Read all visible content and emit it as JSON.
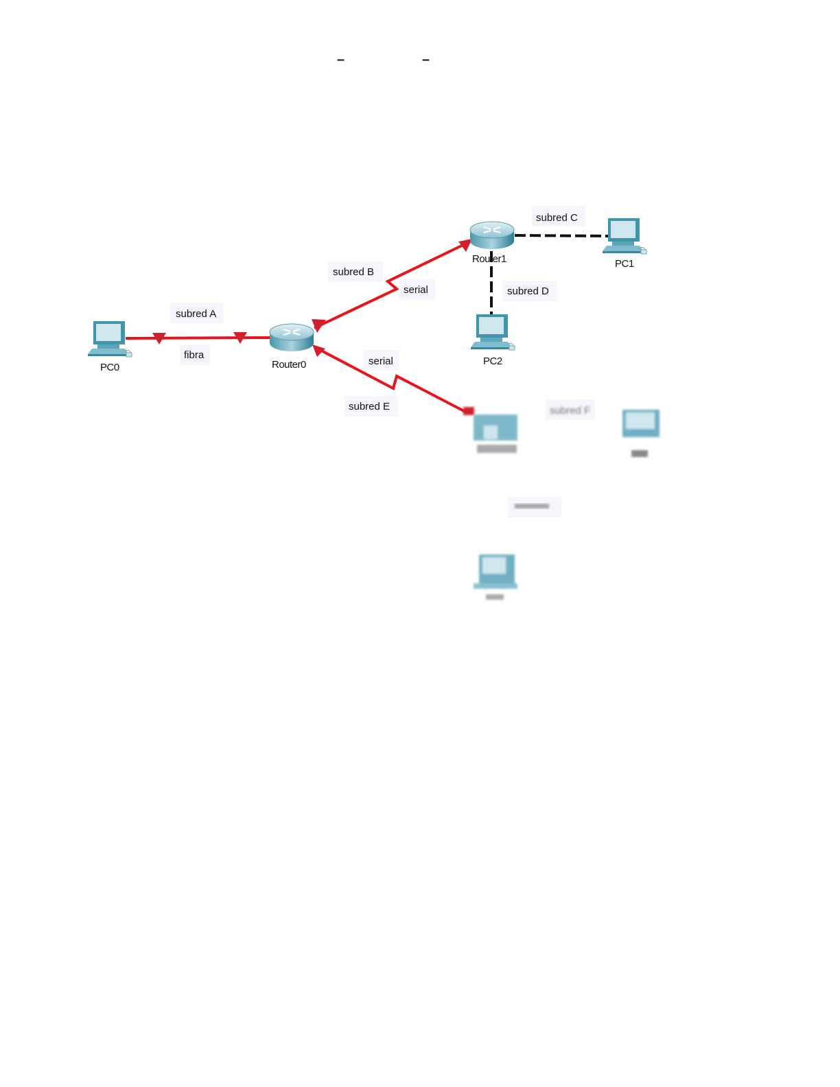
{
  "header": {
    "dash_left": "–",
    "dash_right": "–"
  },
  "nodes": {
    "pc0": "PC0",
    "router0": "Router0",
    "router1": "Router1",
    "pc1": "PC1",
    "pc2": "PC2"
  },
  "links": {
    "subred_a": "subred A",
    "fibra": "fibra",
    "subred_b": "subred B",
    "serial_b": "serial",
    "subred_c": "subred C",
    "subred_d": "subred D",
    "serial_e": "serial",
    "subred_e": "subred E",
    "subred_f": "subred F"
  },
  "colors": {
    "link_red": "#e8141c",
    "arrow_red": "#d0202c",
    "device_teal": "#3f96ac",
    "label_bg": "#f4f6fb"
  }
}
